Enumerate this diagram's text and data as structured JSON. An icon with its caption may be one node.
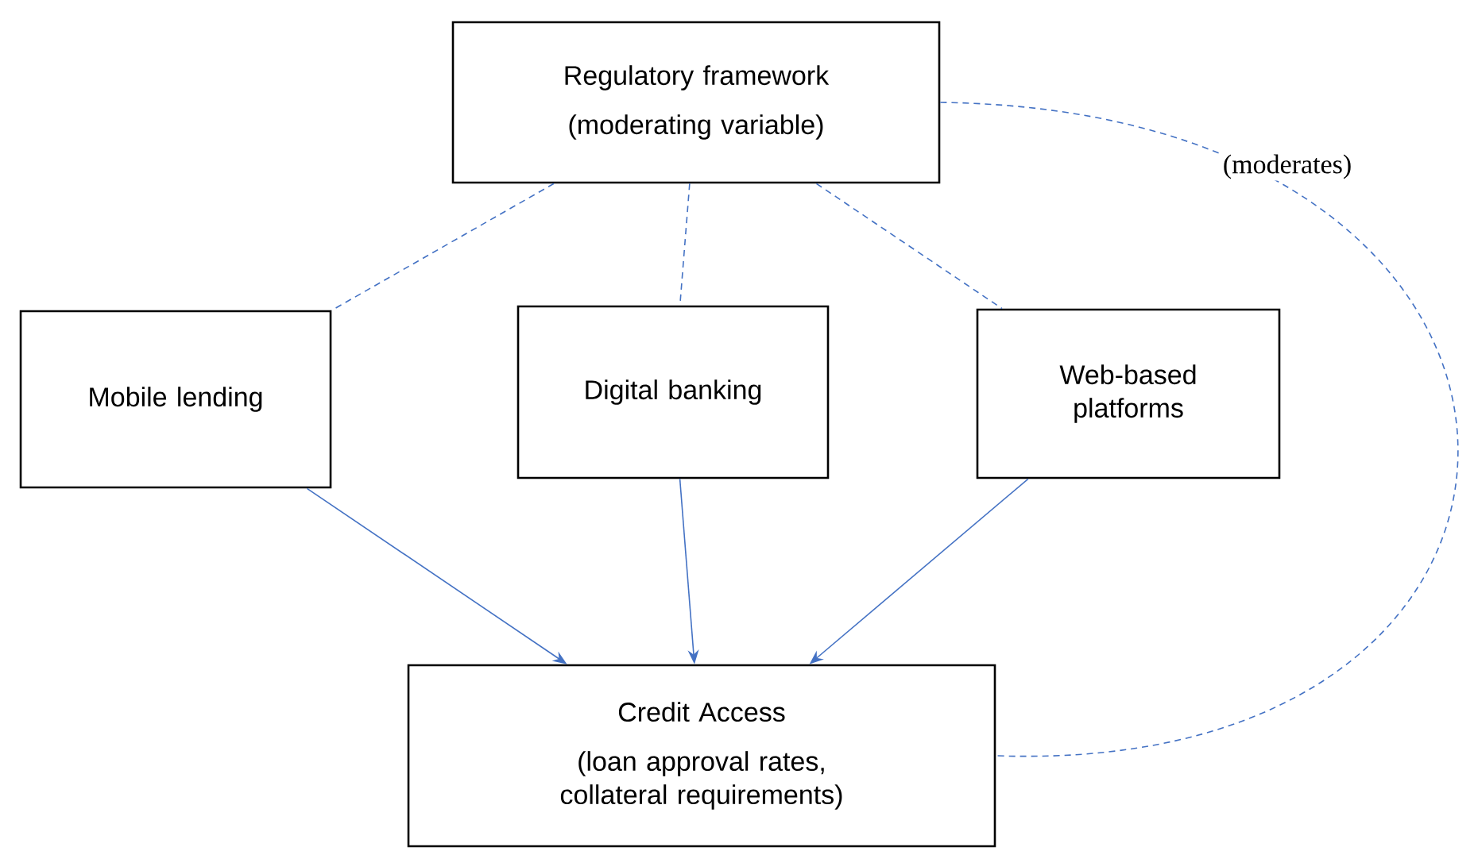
{
  "diagram": {
    "nodes": [
      {
        "text": [
          "Regulatory framework",
          "(moderating variable)"
        ]
      },
      {
        "text": [
          "Mobile lending"
        ]
      },
      {
        "text": [
          "Digital banking"
        ]
      },
      {
        "text": [
          "Web-based platforms"
        ]
      },
      {
        "text": [
          "Credit Access",
          "(loan approval rates, collateral requirements)"
        ]
      }
    ],
    "edges": [
      {
        "from": 0,
        "to": 1,
        "arrow": "none",
        "style": "dashed"
      },
      {
        "from": 0,
        "to": 2,
        "arrow": "none",
        "style": "dashed"
      },
      {
        "from": 0,
        "to": 3,
        "arrow": "none",
        "style": "dashed"
      },
      {
        "from": 1,
        "to": 4,
        "arrow": "to"
      },
      {
        "from": 2,
        "to": 4,
        "arrow": "to"
      },
      {
        "from": 3,
        "to": 4,
        "arrow": "to"
      },
      {
        "from": 0,
        "to": 4,
        "arrow": "none",
        "style": "dashed",
        "label": "(moderates)"
      }
    ]
  }
}
